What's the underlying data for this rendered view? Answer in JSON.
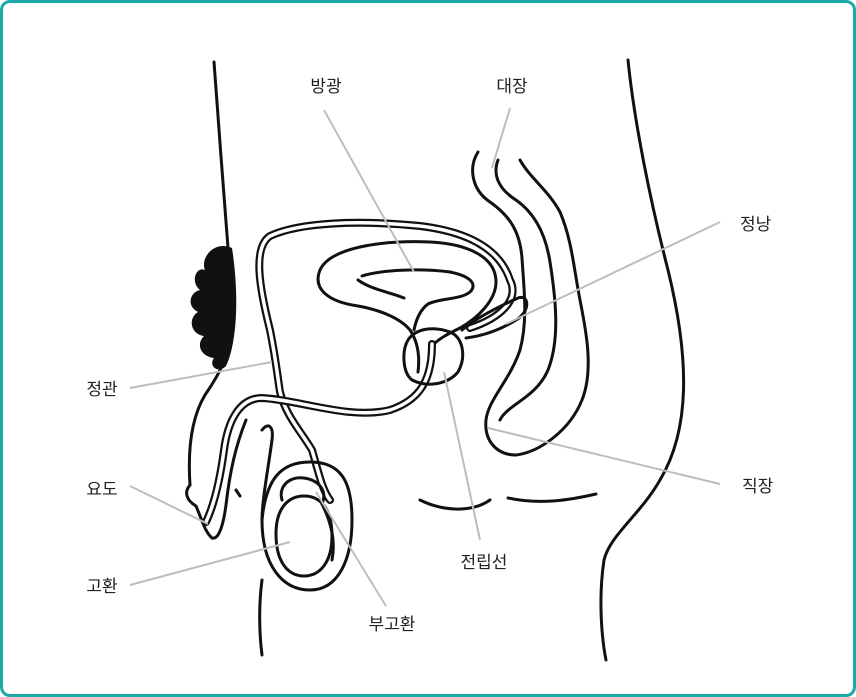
{
  "frame": {
    "border_color": "#1aaba6"
  },
  "labels": {
    "bladder": "방광",
    "colon": "대장",
    "seminal_vesicle": "정낭",
    "vas_deferens": "정관",
    "urethra": "요도",
    "testis": "고환",
    "epididymis": "부고환",
    "prostate": "전립선",
    "rectum": "직장"
  },
  "colors": {
    "leader": "#bdbdbd",
    "outline": "#111111",
    "text": "#222222"
  }
}
